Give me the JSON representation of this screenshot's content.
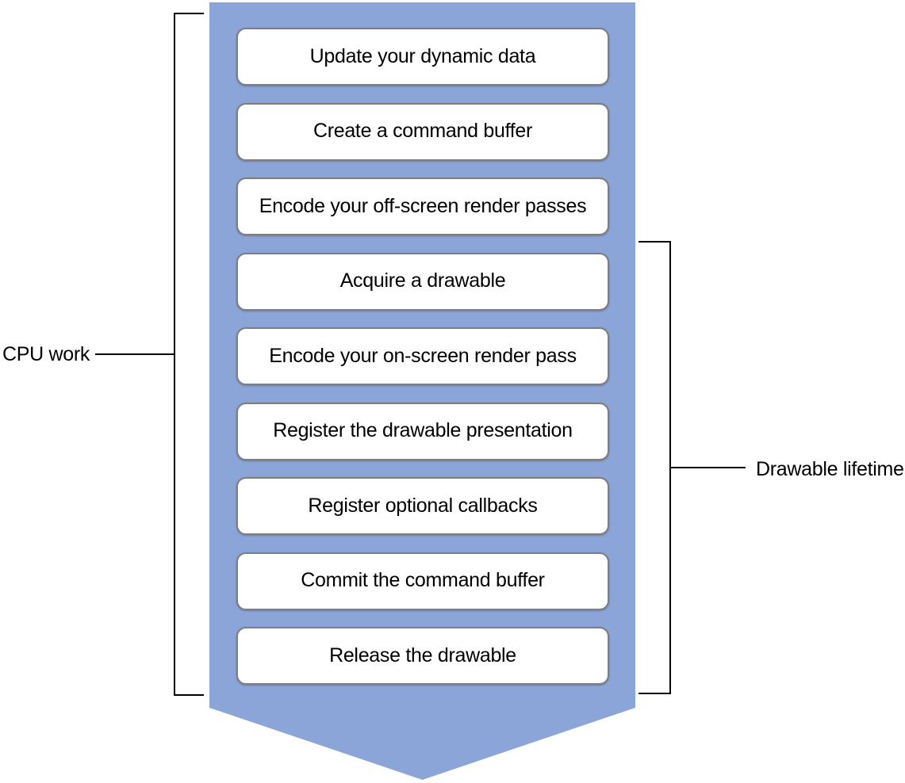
{
  "diagram": {
    "steps": [
      "Update your dynamic data",
      "Create a command buffer",
      "Encode your off-screen render passes",
      "Acquire a drawable",
      "Encode your on-screen render pass",
      "Register the drawable presentation",
      "Register optional callbacks",
      "Commit the command buffer",
      "Release the drawable"
    ],
    "annotations": {
      "cpu": {
        "label": "CPU work"
      },
      "drawable": {
        "label": "Drawable lifetime"
      }
    },
    "colors": {
      "arrow_fill": "#8CA5D8",
      "box_background": "#FFFFFF",
      "box_border": "#7E7E7E",
      "bracket_line": "#000000",
      "text": "#000000"
    }
  }
}
